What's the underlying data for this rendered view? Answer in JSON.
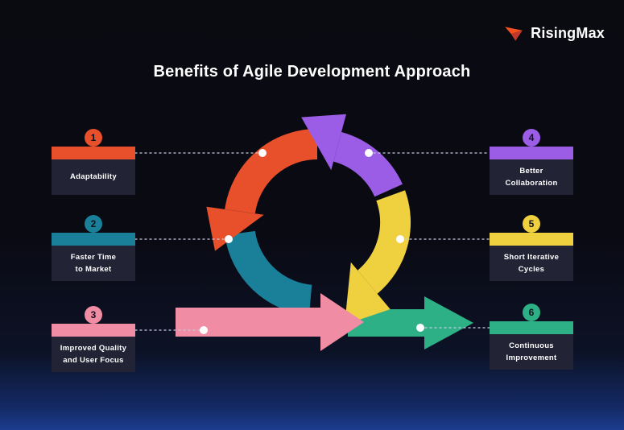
{
  "brand": {
    "name": "RisingMax",
    "icon_orange": "#F4511E",
    "icon_red": "#C0392B"
  },
  "header": {
    "title": "Benefits of Agile Development Approach"
  },
  "items": [
    {
      "number": "1",
      "label": "Adaptability",
      "color": "#E8502B"
    },
    {
      "number": "2",
      "label": "Faster Time\nto Market",
      "color": "#1A7F99"
    },
    {
      "number": "3",
      "label": "Improved Quality\nand User Focus",
      "color": "#F08CA3"
    },
    {
      "number": "4",
      "label": "Better\nCollaboration",
      "color": "#9B5DE5"
    },
    {
      "number": "5",
      "label": "Short Iterative\nCycles",
      "color": "#EFD03E"
    },
    {
      "number": "6",
      "label": "Continuous\nImprovement",
      "color": "#2EB086"
    }
  ],
  "diagram": {
    "colors": {
      "red": "#E8502B",
      "teal": "#1A7F99",
      "pink": "#F08CA3",
      "purple": "#9B5DE5",
      "yellow": "#EFD03E",
      "green": "#2EB086",
      "dot": "#FFFFFF",
      "connector": "#C4CADF"
    }
  }
}
